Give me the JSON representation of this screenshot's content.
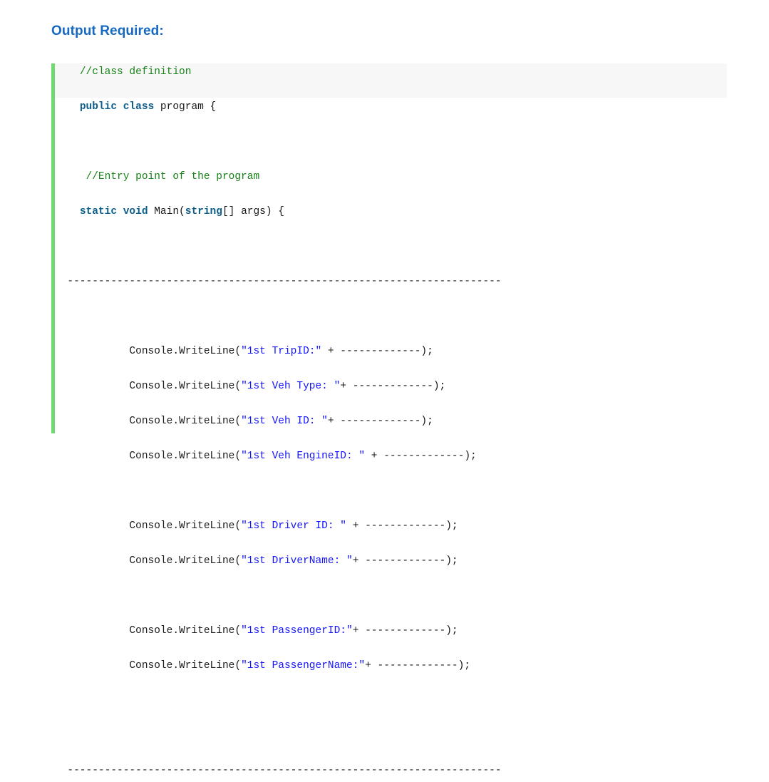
{
  "heading": {
    "text": "Output Required:"
  },
  "colors": {
    "heading_blue": "#1668c0",
    "gutter_green": "#6edb70",
    "highlight_gray": "#f7f7f7",
    "keyword_blue": "#0e5e8c",
    "comment_green": "#168216",
    "string_blue": "#1414ff",
    "plain_black": "#1a1a1a",
    "page_background": "#ffffff"
  },
  "code": {
    "language": "csharp",
    "separator": "----------------------------------------------------------------------",
    "placeholder": "-------------",
    "lines": [
      {
        "indent": "    ",
        "tokens": [
          {
            "t": "cmt",
            "v": "//class definition"
          }
        ]
      },
      {
        "indent": "    ",
        "tokens": [
          {
            "t": "kw",
            "v": "public class"
          },
          {
            "t": "plain",
            "v": " program {"
          }
        ]
      },
      {
        "indent": "",
        "tokens": [
          {
            "t": "blank",
            "v": " "
          }
        ]
      },
      {
        "indent": "     ",
        "tokens": [
          {
            "t": "cmt",
            "v": "//Entry point of the program"
          }
        ]
      },
      {
        "indent": "    ",
        "tokens": [
          {
            "t": "kw",
            "v": "static void"
          },
          {
            "t": "plain",
            "v": " Main("
          },
          {
            "t": "kw",
            "v": "string"
          },
          {
            "t": "plain",
            "v": "[] args) {"
          }
        ]
      },
      {
        "indent": "",
        "tokens": [
          {
            "t": "blank",
            "v": " "
          }
        ]
      },
      {
        "indent": "  ",
        "tokens": [
          {
            "t": "sep",
            "v": "----------------------------------------------------------------------"
          }
        ]
      },
      {
        "indent": "",
        "tokens": [
          {
            "t": "blank",
            "v": " "
          }
        ]
      },
      {
        "indent": "            ",
        "tokens": [
          {
            "t": "plain",
            "v": "Console.WriteLine("
          },
          {
            "t": "str",
            "v": "\"1st TripID:\""
          },
          {
            "t": "plain",
            "v": " + -------------);"
          }
        ]
      },
      {
        "indent": "            ",
        "tokens": [
          {
            "t": "plain",
            "v": "Console.WriteLine("
          },
          {
            "t": "str",
            "v": "\"1st Veh Type: \""
          },
          {
            "t": "plain",
            "v": "+ -------------);"
          }
        ]
      },
      {
        "indent": "            ",
        "tokens": [
          {
            "t": "plain",
            "v": "Console.WriteLine("
          },
          {
            "t": "str",
            "v": "\"1st Veh ID: \""
          },
          {
            "t": "plain",
            "v": "+ -------------);"
          }
        ]
      },
      {
        "indent": "            ",
        "tokens": [
          {
            "t": "plain",
            "v": "Console.WriteLine("
          },
          {
            "t": "str",
            "v": "\"1st Veh EngineID: \""
          },
          {
            "t": "plain",
            "v": " + -------------);"
          }
        ]
      },
      {
        "indent": "",
        "tokens": [
          {
            "t": "blank",
            "v": " "
          }
        ]
      },
      {
        "indent": "            ",
        "tokens": [
          {
            "t": "plain",
            "v": "Console.WriteLine("
          },
          {
            "t": "str",
            "v": "\"1st Driver ID: \""
          },
          {
            "t": "plain",
            "v": " + -------------);"
          }
        ]
      },
      {
        "indent": "            ",
        "tokens": [
          {
            "t": "plain",
            "v": "Console.WriteLine("
          },
          {
            "t": "str",
            "v": "\"1st DriverName: \""
          },
          {
            "t": "plain",
            "v": "+ -------------);"
          }
        ]
      },
      {
        "indent": "",
        "tokens": [
          {
            "t": "blank",
            "v": " "
          }
        ]
      },
      {
        "indent": "            ",
        "tokens": [
          {
            "t": "plain",
            "v": "Console.WriteLine("
          },
          {
            "t": "str",
            "v": "\"1st PassengerID:\""
          },
          {
            "t": "plain",
            "v": "+ -------------);"
          }
        ]
      },
      {
        "indent": "            ",
        "tokens": [
          {
            "t": "plain",
            "v": "Console.WriteLine("
          },
          {
            "t": "str",
            "v": "\"1st PassengerName:\""
          },
          {
            "t": "plain",
            "v": "+ -------------);"
          }
        ]
      },
      {
        "indent": "",
        "tokens": [
          {
            "t": "blank",
            "v": " "
          }
        ]
      },
      {
        "indent": "",
        "tokens": [
          {
            "t": "blank",
            "v": " "
          }
        ]
      },
      {
        "indent": "  ",
        "tokens": [
          {
            "t": "sep",
            "v": "----------------------------------------------------------------------"
          }
        ]
      }
    ]
  }
}
